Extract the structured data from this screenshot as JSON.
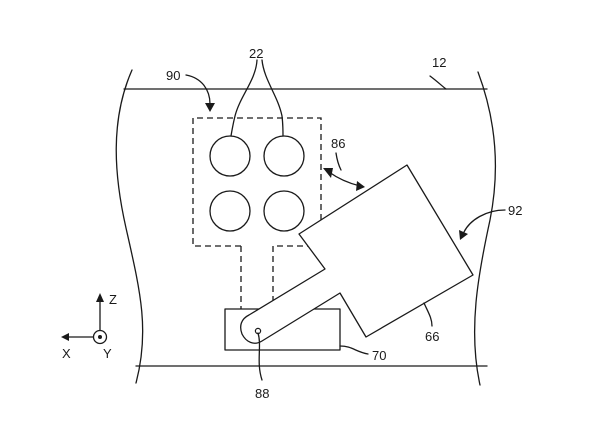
{
  "figure": {
    "labels": {
      "ref_12": "12",
      "ref_22": "22",
      "ref_90": "90",
      "ref_86": "86",
      "ref_92": "92",
      "ref_66": "66",
      "ref_70": "70",
      "ref_88": "88"
    },
    "axes": {
      "z": "Z",
      "x": "X",
      "y": "Y"
    },
    "circle_count": 4
  }
}
